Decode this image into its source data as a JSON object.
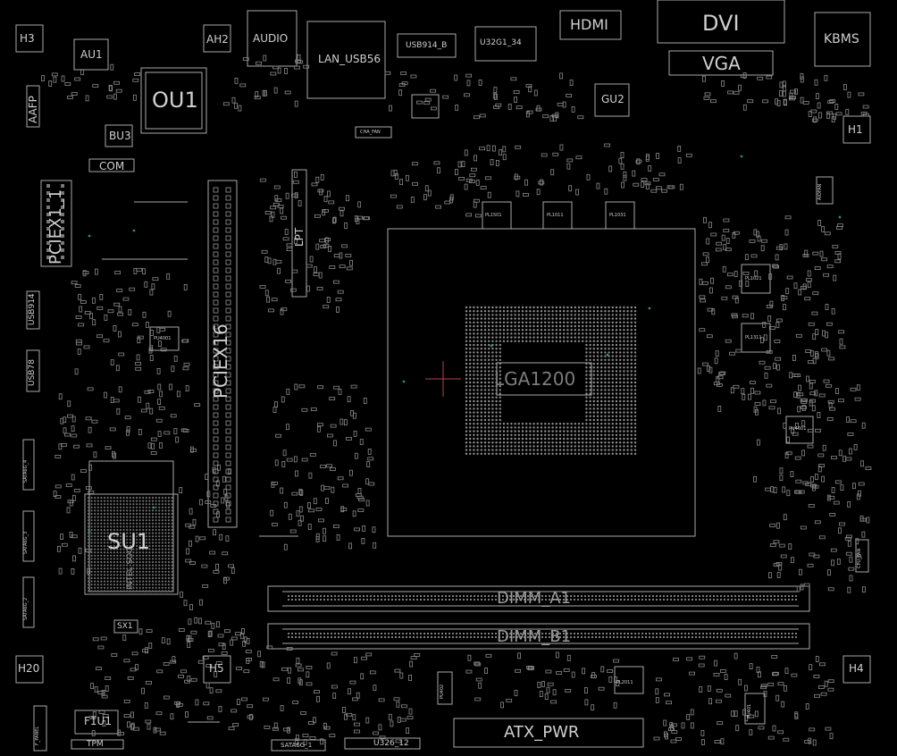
{
  "colors": {
    "background": "#000000",
    "trace": "#a9a9a9",
    "label": "#cfcfcf",
    "marker": "#b04848",
    "via": "#2e8b6e"
  },
  "labels": {
    "h3": "H3",
    "au1": "AU1",
    "ah2": "AH2",
    "audio": "AUDIO",
    "lan_usb56": "LAN_USB56",
    "usb914_b": "USB914_B",
    "u32g1_34": "U32G1_34",
    "hdmi": "HDMI",
    "dvi": "DVI",
    "vga": "VGA",
    "kbms": "KBMS",
    "ou1": "OU1",
    "bu3": "BU3",
    "com": "COM",
    "aafp": "AAFP",
    "h1": "H1",
    "cha_fan": "CHA_FAN",
    "gu2": "GU2",
    "pciex1": "PCIEX1_1",
    "pciex16": "PCIEX16",
    "lpt": "LPT",
    "pl1501": "PL1501",
    "pl1011": "PL1011",
    "pl1031": "PL1031",
    "pl1021": "PL1021",
    "pl1311": "PL1311",
    "usb914": "USB914",
    "usb78": "USB78",
    "pu4001": "PU4001",
    "pu4601": "PU4601",
    "lga": "LGA1200",
    "sata_4": "SATA6G_4",
    "sata_3": "SATA6G_3",
    "sata_2": "SATA6G_2",
    "su1": "SU1",
    "chipset_sub": "INTEL SOC",
    "sx1": "SX1",
    "dimm_a1": "DIMM_A1",
    "dimm_b1": "DIMM_B1",
    "h20": "H20",
    "h5": "H5",
    "h4": "H4",
    "pl2011": "PL2011",
    "atx_pwr": "ATX_PWR",
    "f_panel": "F_PANEL",
    "f1u1": "F1U1",
    "tpm": "TPM",
    "sata_1": "SATA6G_1",
    "u326_12": "U326_12",
    "cpu_fan": "CPU_FAN",
    "aiofan": "AIOFAN",
    "pu402": "PU402",
    "pu401": "PU401"
  }
}
